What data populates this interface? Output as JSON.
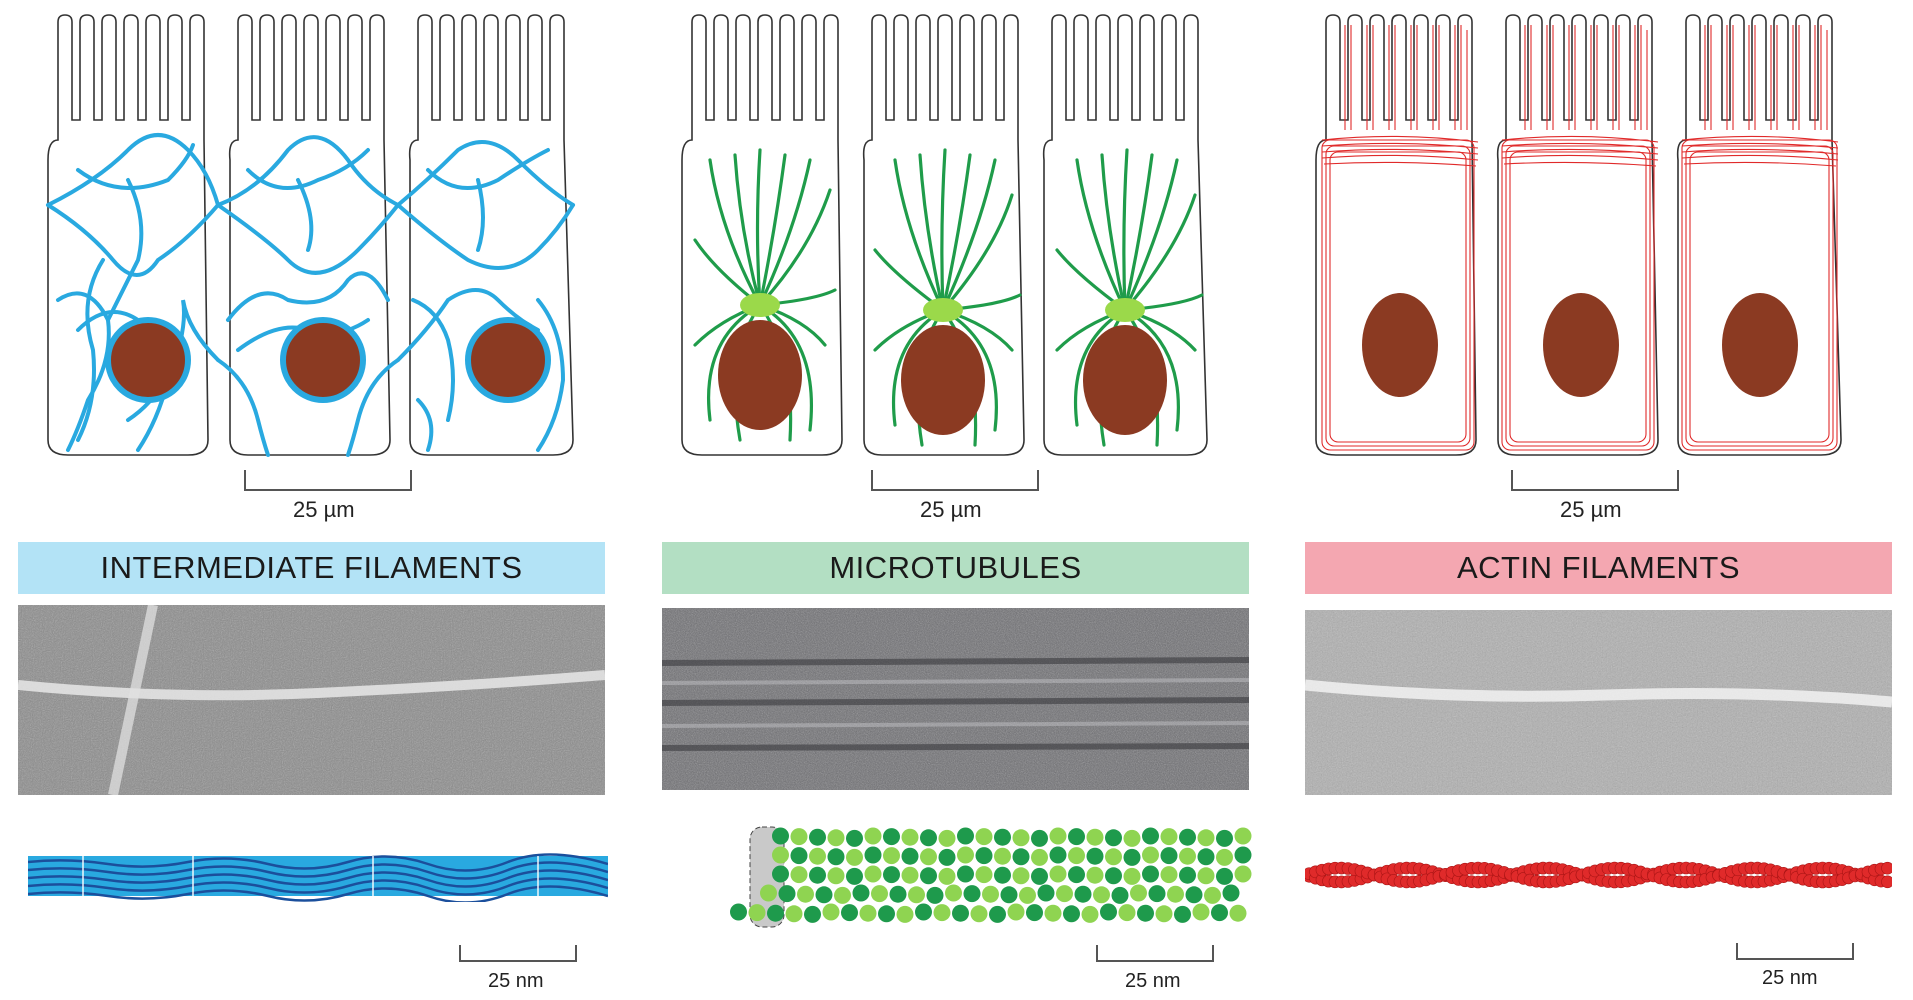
{
  "panels": [
    {
      "id": "intermediate",
      "title": "INTERMEDIATE FILAMENTS",
      "cell_scale": "25 µm",
      "model_scale": "25 nm",
      "colors": {
        "filament": "#29a9e0",
        "nucleus": "#8b3a22",
        "title_bg": "#b3e3f6"
      }
    },
    {
      "id": "microtubules",
      "title": "MICROTUBULES",
      "cell_scale": "25 µm",
      "model_scale": "25 nm",
      "colors": {
        "filament": "#1f9c4a",
        "centrosome": "#9bd94a",
        "nucleus": "#8b3a22",
        "title_bg": "#b3dfc3",
        "tubulin_dark": "#1e9a4c",
        "tubulin_light": "#8fd451"
      }
    },
    {
      "id": "actin",
      "title": "ACTIN FILAMENTS",
      "cell_scale": "25 µm",
      "model_scale": "25 nm",
      "colors": {
        "filament": "#e02a2a",
        "nucleus": "#8b3a22",
        "title_bg": "#f4a7b1"
      }
    }
  ]
}
